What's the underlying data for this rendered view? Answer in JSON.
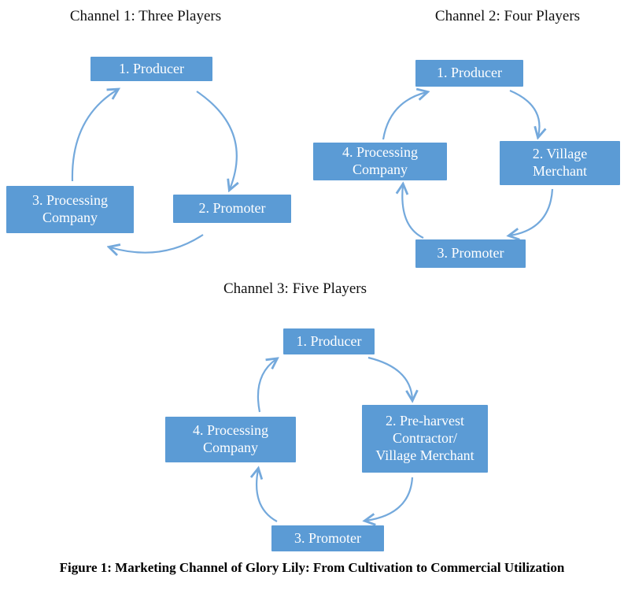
{
  "channel1": {
    "title": "Channel 1: Three Players",
    "producer": "1. Producer",
    "promoter": "2. Promoter",
    "processing_company": "3. Processing Company"
  },
  "channel2": {
    "title": "Channel 2: Four Players",
    "producer": "1. Producer",
    "village_merchant": "2. Village Merchant",
    "promoter": "3. Promoter",
    "processing_company": "4. Processing Company"
  },
  "channel3": {
    "title": "Channel 3: Five Players",
    "producer": "1. Producer",
    "preharvest_contractor": "2. Pre-harvest Contractor/ Village Merchant",
    "promoter": "3. Promoter",
    "processing_company": "4. Processing Company"
  },
  "caption": "Figure 1: Marketing Channel of Glory Lily: From Cultivation to Commercial Utilization",
  "colors": {
    "node_fill": "#5B9BD5",
    "node_text": "#FFFFFF",
    "arrow": "#74A9DC",
    "title_text": "#111111",
    "caption_text": "#000000"
  }
}
